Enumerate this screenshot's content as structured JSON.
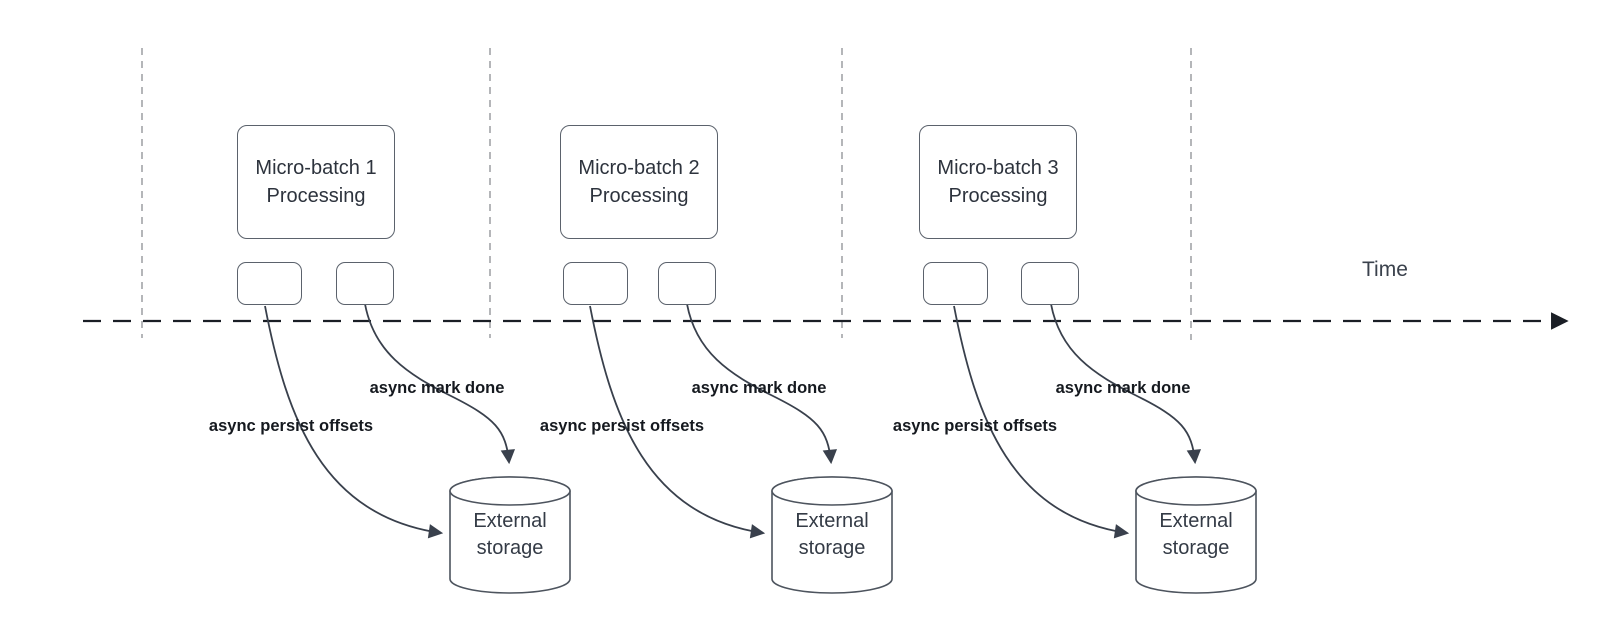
{
  "timeline": {
    "label": "Time"
  },
  "sections": [
    {
      "processing_label": "Micro-batch 1 Processing",
      "persist_label": "async persist offsets",
      "done_label": "async mark done",
      "storage_label": "External storage"
    },
    {
      "processing_label": "Micro-batch 2 Processing",
      "persist_label": "async persist offsets",
      "done_label": "async mark done",
      "storage_label": "External storage"
    },
    {
      "processing_label": "Micro-batch 3 Processing",
      "persist_label": "async persist offsets",
      "done_label": "async mark done",
      "storage_label": "External storage"
    }
  ],
  "colors": {
    "arrow": "#39404c",
    "time_axis": "#1a1e25",
    "guide_line": "#a8aaad",
    "shape_border": "#5b626c",
    "shape_text": "#2d333d",
    "label_text": "#15191f"
  }
}
